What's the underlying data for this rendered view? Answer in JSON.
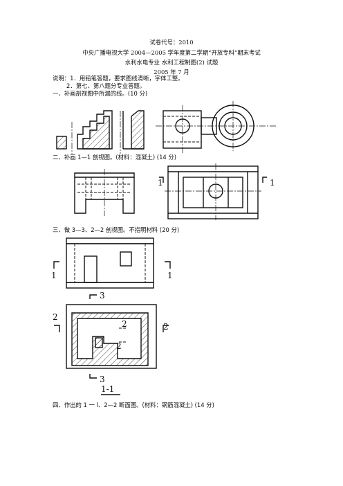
{
  "header": {
    "code": "试卷代号：2010",
    "university_line": "中央广播电视大学 2004—2005 学年度第二学期“开放专科”期末考试",
    "course_line": "水利水电专业    水利工程制图(2)    试题",
    "date": "2005 年 7 月"
  },
  "instructions": {
    "line1": "说明：1．用铅笔答题，要求图线清晰，字体工整。",
    "line2": "2．第七、第八题分专业答题。"
  },
  "questions": {
    "q1": "一、补画剖视图中所漏的线。(10 分)",
    "q2": "二、补画 1—1 剖视图。(材料：混凝土) (14 分)",
    "q3": "三、做 3—3、2—2 剖视图。不指明材料 (20 分)",
    "q4": "四、作出的 1 一 l、2—2 断面图。(材料：钢筋混凝土) (14 分)"
  },
  "figure_labels": {
    "one": "1",
    "two": "2",
    "three": "3",
    "section_1_1": "1-1"
  }
}
